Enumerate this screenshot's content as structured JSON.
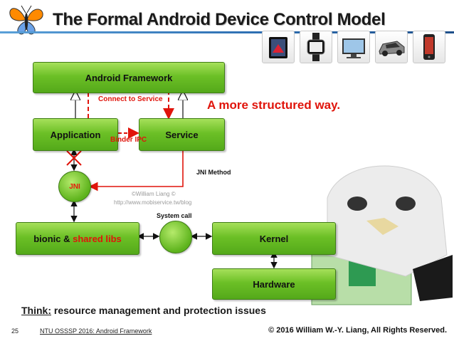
{
  "header": {
    "title": "The Formal Android Device Control Model"
  },
  "devices": {
    "icons": [
      "tablet-icon",
      "smartwatch-icon",
      "tv-icon",
      "car-icon",
      "phone-icon"
    ]
  },
  "diagram": {
    "nodes": {
      "framework": "Android Framework",
      "application": "Application",
      "service": "Service",
      "jni": "JNI",
      "bionic_prefix": "bionic & ",
      "bionic_suffix": "shared libs",
      "kernel": "Kernel",
      "hardware": "Hardware"
    },
    "labels": {
      "connect": "Connect to Service",
      "binder": "Binder IPC",
      "jni_method": "JNI Method",
      "system_call": "System call",
      "structured": "A more structured way."
    },
    "watermark": {
      "line1": "©William Liang ©",
      "line2": "http://www.mobiservice.tw/blog"
    }
  },
  "footer": {
    "think_label": "Think:",
    "think_text": " resource management and protection issues",
    "page_number": "25",
    "course": "NTU OSSSP 2016: Android Framework",
    "copyright": "© 2016  William W.-Y. Liang, All Rights Reserved."
  },
  "colors": {
    "accent_red": "#e0140b",
    "box_green": "#6cc026",
    "title_line": "#2b6cb0"
  }
}
